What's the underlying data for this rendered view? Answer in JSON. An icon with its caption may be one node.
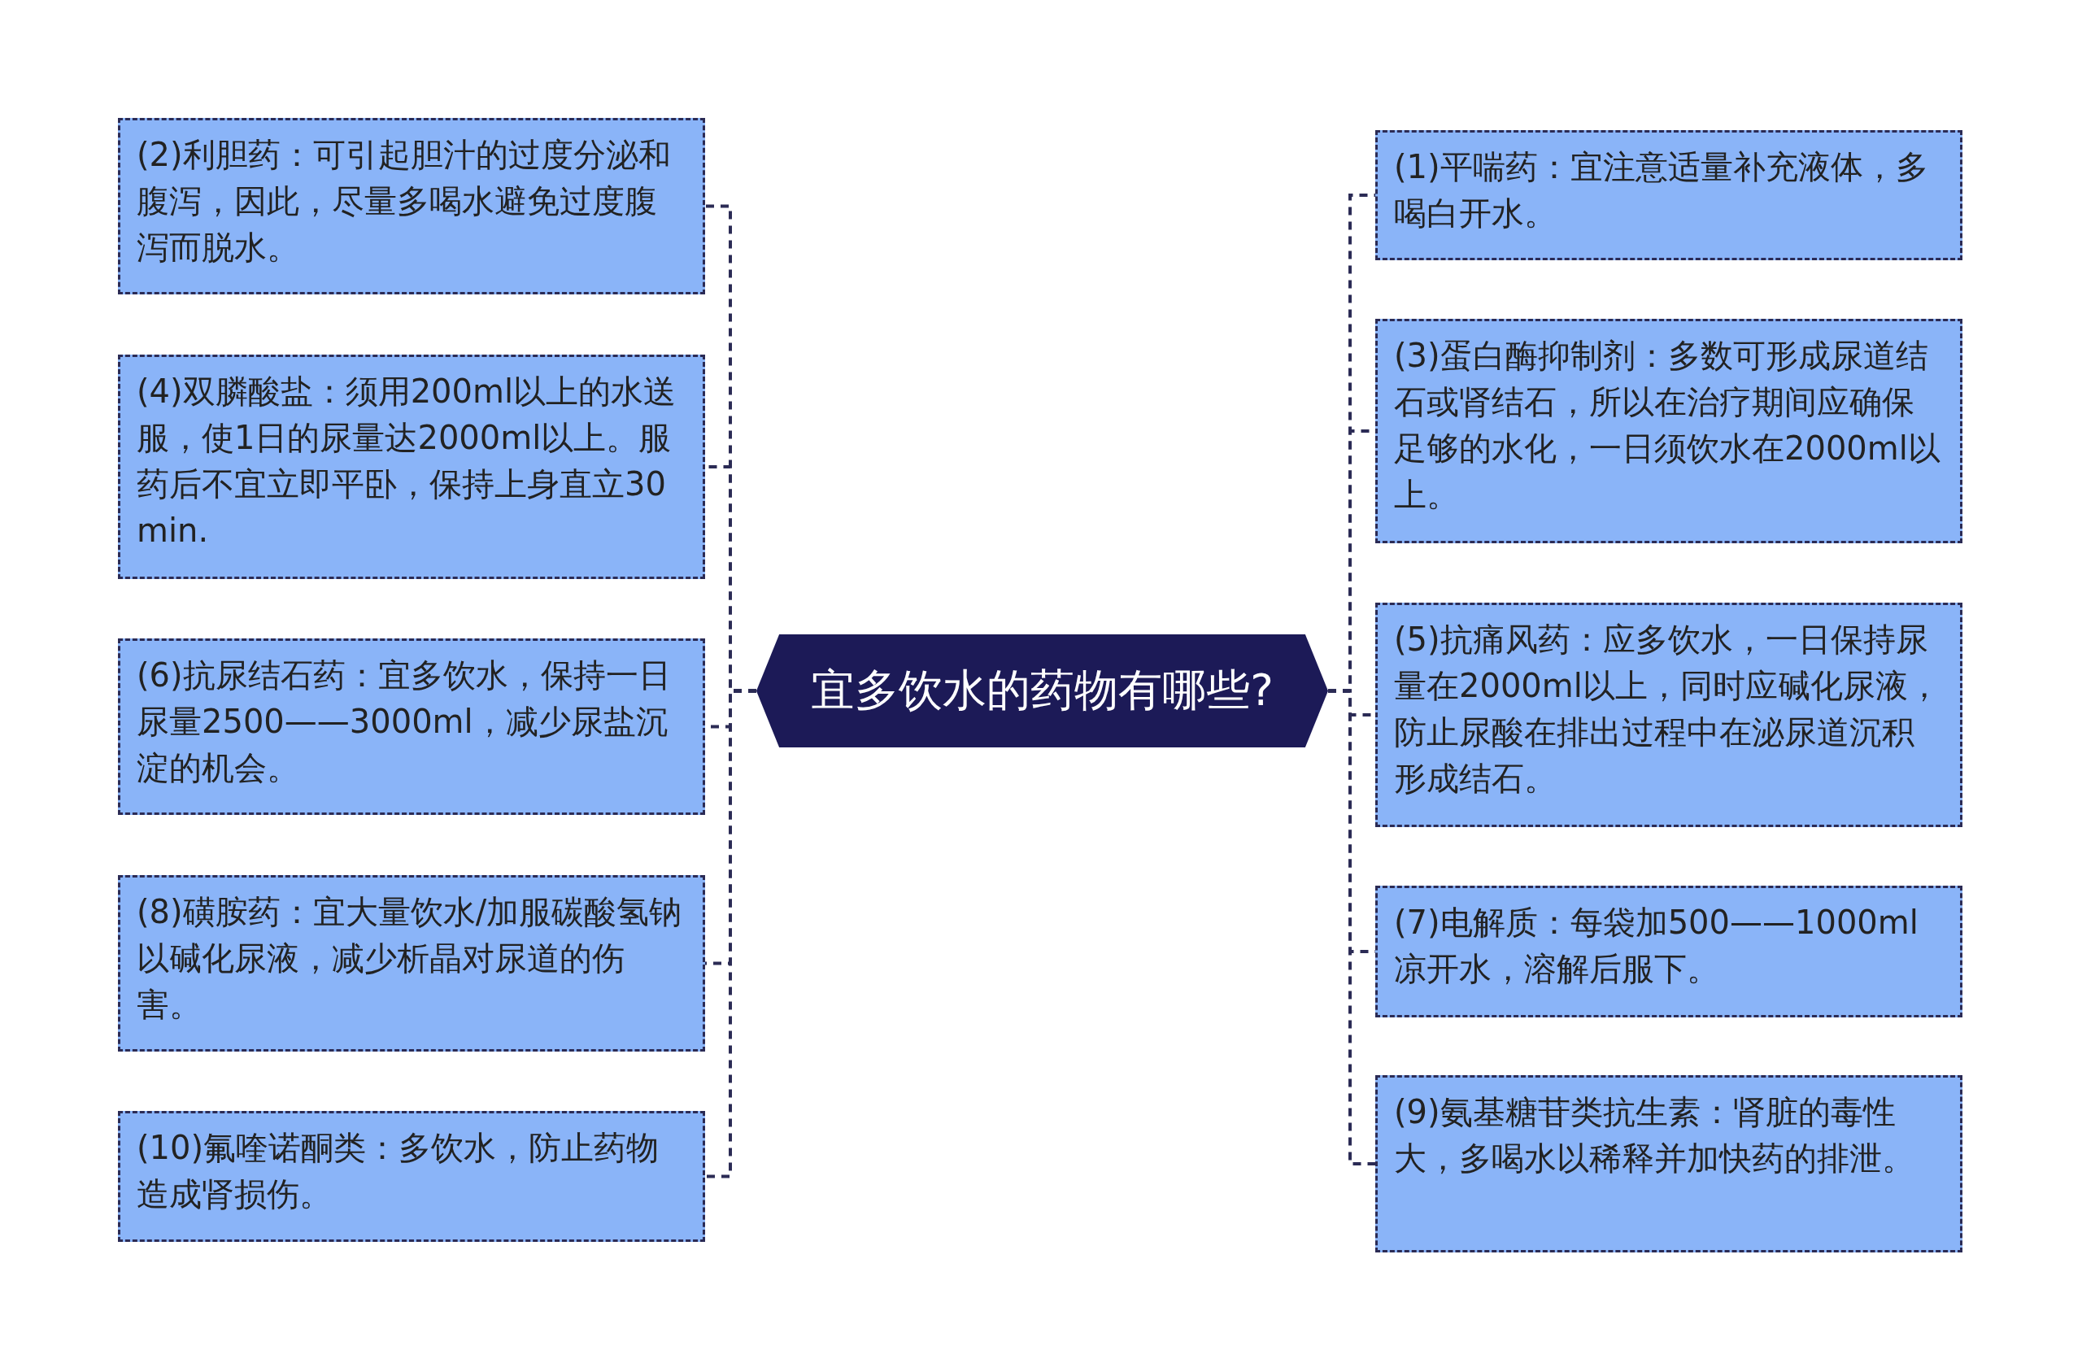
{
  "diagram": {
    "nodes": [
      {
        "text": [
          "宜多饮水的药物有哪些?"
        ]
      },
      {
        "text": [
          "(1)平喘药：宜注意适量补充液体，多喝白开水。"
        ]
      },
      {
        "text": [
          "(2)利胆药：可引起胆汁的过度分泌和腹泻，因此，尽量多喝水避免过度腹泻而脱水。"
        ]
      },
      {
        "text": [
          "(3)蛋白酶抑制剂：多数可形成尿道结石或肾结石，所以在治疗期间应确保足够的水化，一日须饮水在2000ml以上。"
        ]
      },
      {
        "text": [
          "(4)双膦酸盐：须用200ml以上的水送服，使1日的尿量达2000ml以上。服药后不宜立即平卧，保持上身直立30min."
        ]
      },
      {
        "text": [
          "(5)抗痛风药：应多饮水，一日保持尿量在2000ml以上，同时应碱化尿液，防止尿酸在排出过程中在泌尿道沉积形成结石。"
        ]
      },
      {
        "text": [
          "(6)抗尿结石药：宜多饮水，保持一日尿量2500——3000ml，减少尿盐沉淀的机会。"
        ]
      },
      {
        "text": [
          "(7)电解质：每袋加500——1000ml凉开水，溶解后服下。"
        ]
      },
      {
        "text": [
          "(8)磺胺药：宜大量饮水/加服碳酸氢钠以碱化尿液，减少析晶对尿道的伤害。"
        ]
      },
      {
        "text": [
          "(9)氨基糖苷类抗生素：肾脏的毒性大，多喝水以稀释并加快药的排泄。"
        ]
      },
      {
        "text": [
          "(10)氟喹诺酮类：多饮水，防止药物造成肾损伤。"
        ]
      }
    ],
    "edges": [
      {
        "from": 0,
        "to": 1,
        "arrow": "none"
      },
      {
        "from": 0,
        "to": 2,
        "arrow": "none"
      },
      {
        "from": 0,
        "to": 3,
        "arrow": "none"
      },
      {
        "from": 0,
        "to": 4,
        "arrow": "none"
      },
      {
        "from": 0,
        "to": 5,
        "arrow": "none"
      },
      {
        "from": 0,
        "to": 6,
        "arrow": "none"
      },
      {
        "from": 0,
        "to": 7,
        "arrow": "none"
      },
      {
        "from": 0,
        "to": 8,
        "arrow": "none"
      },
      {
        "from": 0,
        "to": 9,
        "arrow": "none"
      },
      {
        "from": 0,
        "to": 10,
        "arrow": "none"
      }
    ]
  }
}
